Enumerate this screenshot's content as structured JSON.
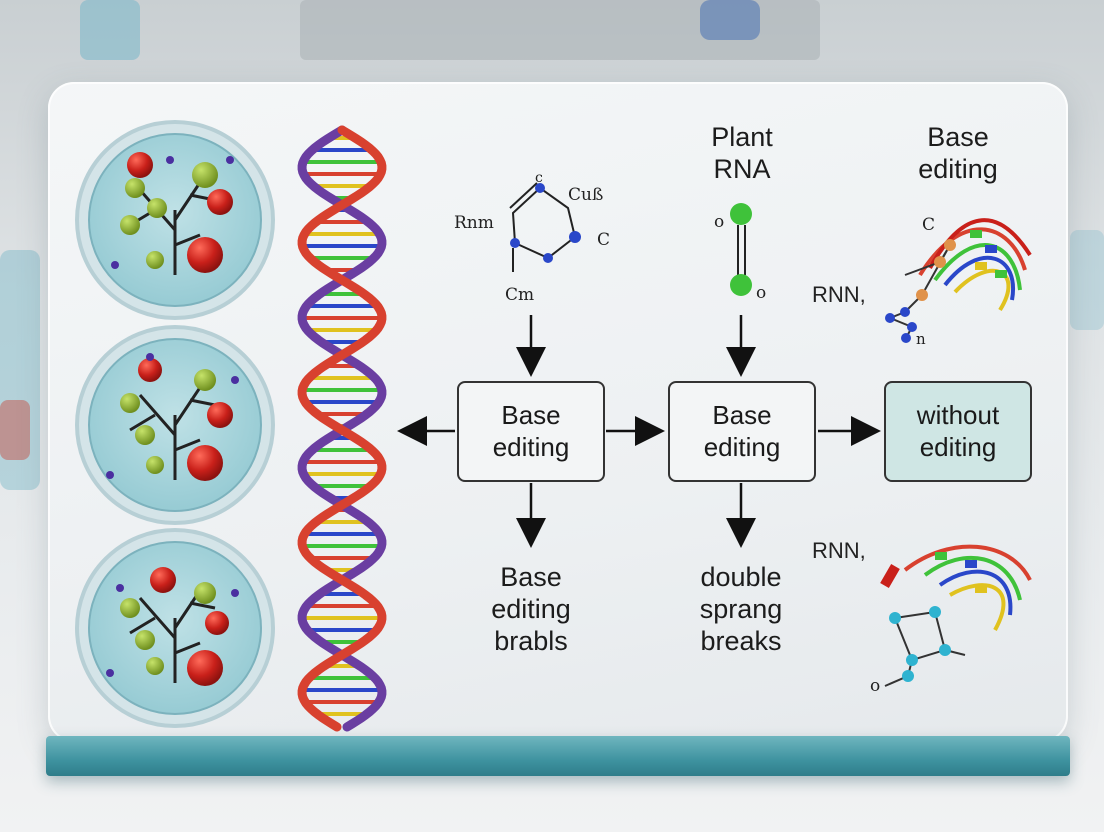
{
  "labels": {
    "plant_rna": [
      "Plant",
      "RNA"
    ],
    "base_editing_top": [
      "Base",
      "editing"
    ],
    "base_editing_bottom": [
      "Base",
      "editing",
      "brabls"
    ],
    "double_breaks": [
      "double",
      "sprang",
      "breaks"
    ]
  },
  "molecules": {
    "left_rnm": "Rnm",
    "left_cu": "Cuß",
    "left_c_top": "c",
    "left_c_right": "C",
    "left_cm": "Cm",
    "plant_o_left": "o",
    "plant_o_right": "o",
    "right_top_c": "C",
    "right_top_rnn": "RNN,",
    "right_top_n": "n",
    "right_bottom_rnn": "RNN,",
    "right_bottom_o": "o"
  },
  "boxes": {
    "box1": [
      "Base",
      "editing"
    ],
    "box2": [
      "Base",
      "editing"
    ],
    "box3": [
      "without",
      "editing"
    ]
  },
  "colors": {
    "board_base": "#3f93a0",
    "cell_fill": "#a9d6dd",
    "dna_red": "#d8412f",
    "dna_purple": "#6a3ea1",
    "node_green": "#3fc23a",
    "node_blue": "#2a47c9",
    "accent_box": "#cfe6e4"
  }
}
